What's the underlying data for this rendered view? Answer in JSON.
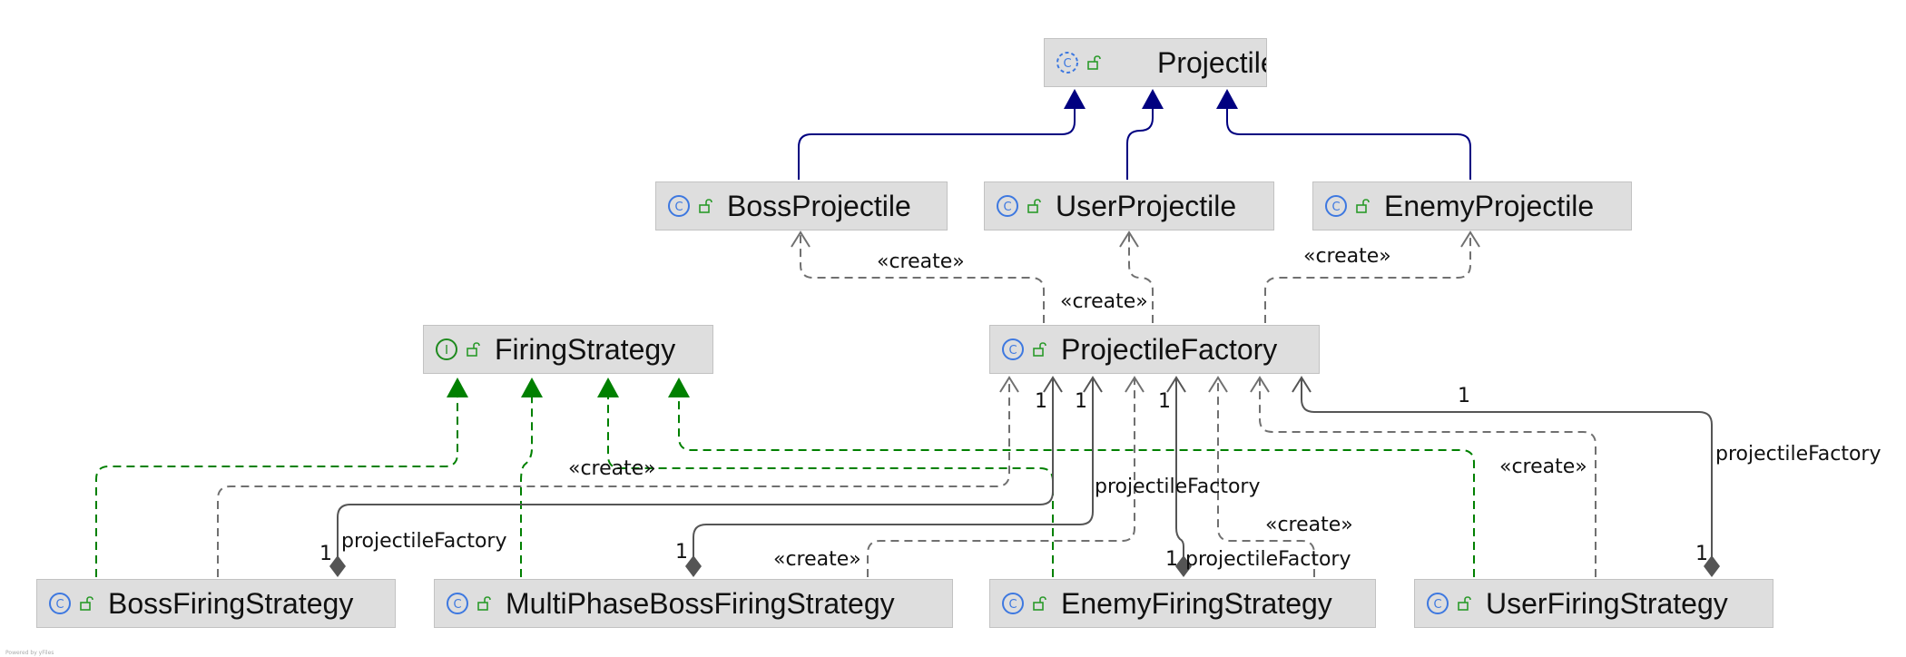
{
  "nodes": {
    "projectile": {
      "name": "Projectile",
      "kind": "abstract-class"
    },
    "boss_projectile": {
      "name": "BossProjectile",
      "kind": "class"
    },
    "user_projectile": {
      "name": "UserProjectile",
      "kind": "class"
    },
    "enemy_projectile": {
      "name": "EnemyProjectile",
      "kind": "class"
    },
    "firing_strategy": {
      "name": "FiringStrategy",
      "kind": "interface"
    },
    "projectile_factory": {
      "name": "ProjectileFactory",
      "kind": "class"
    },
    "boss_firing_strategy": {
      "name": "BossFiringStrategy",
      "kind": "class"
    },
    "multi_phase_boss_firing_strategy": {
      "name": "MultiPhaseBossFiringStrategy",
      "kind": "class"
    },
    "enemy_firing_strategy": {
      "name": "EnemyFiringStrategy",
      "kind": "class"
    },
    "user_firing_strategy": {
      "name": "UserFiringStrategy",
      "kind": "class"
    }
  },
  "edge_labels": {
    "create": "«create»",
    "projectile_factory": "projectileFactory",
    "multiplicity_one": "1"
  },
  "colors": {
    "inheritance": "#000080",
    "implementation": "#008000",
    "dependency": "#707070",
    "association": "#555555",
    "class_badge": "#3d78e0",
    "interface_badge": "#1e8a1e",
    "visibility_icon": "#2a9a2a"
  },
  "footer": {
    "powered_by": "Powered by yFiles"
  }
}
